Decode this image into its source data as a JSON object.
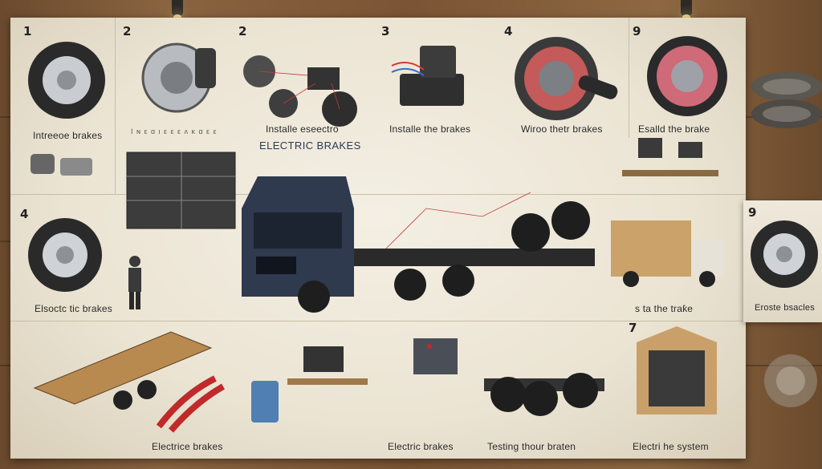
{
  "panels": [
    {
      "id": "p1",
      "number": "1",
      "caption": "Intreeoe brakes"
    },
    {
      "id": "p2",
      "number": "2",
      "caption": "I ɴ ε ɑ ι ε ε ε ʌ ᴋ ɑ ε ε"
    },
    {
      "id": "p3",
      "number": "2",
      "caption": "Installe eseectro"
    },
    {
      "id": "p4",
      "number": "3",
      "caption": "Installe the brakes"
    },
    {
      "id": "p5",
      "number": "4",
      "caption": "Wiroo thetr brakes"
    },
    {
      "id": "p6",
      "number": "9",
      "caption": "Esalld the brake"
    },
    {
      "id": "p7",
      "number": "4",
      "caption": "Elsoctc tic brakes"
    },
    {
      "id": "p8",
      "number": "9",
      "caption": "Eroste bsacles"
    },
    {
      "id": "p9",
      "number": "7",
      "caption": ""
    }
  ],
  "center_title": "ELECTRIC BRAKES",
  "van_caption": "s ta the traƙe",
  "bottom_captions": [
    "Electrice brakes",
    "Electric brakes",
    "Testing thour braten",
    "Electri he system"
  ],
  "colors": {
    "poster": "#efe9dc",
    "truck": "#2f3a4f",
    "wall": "#7a5434",
    "red_wire": "#c23a3a"
  }
}
